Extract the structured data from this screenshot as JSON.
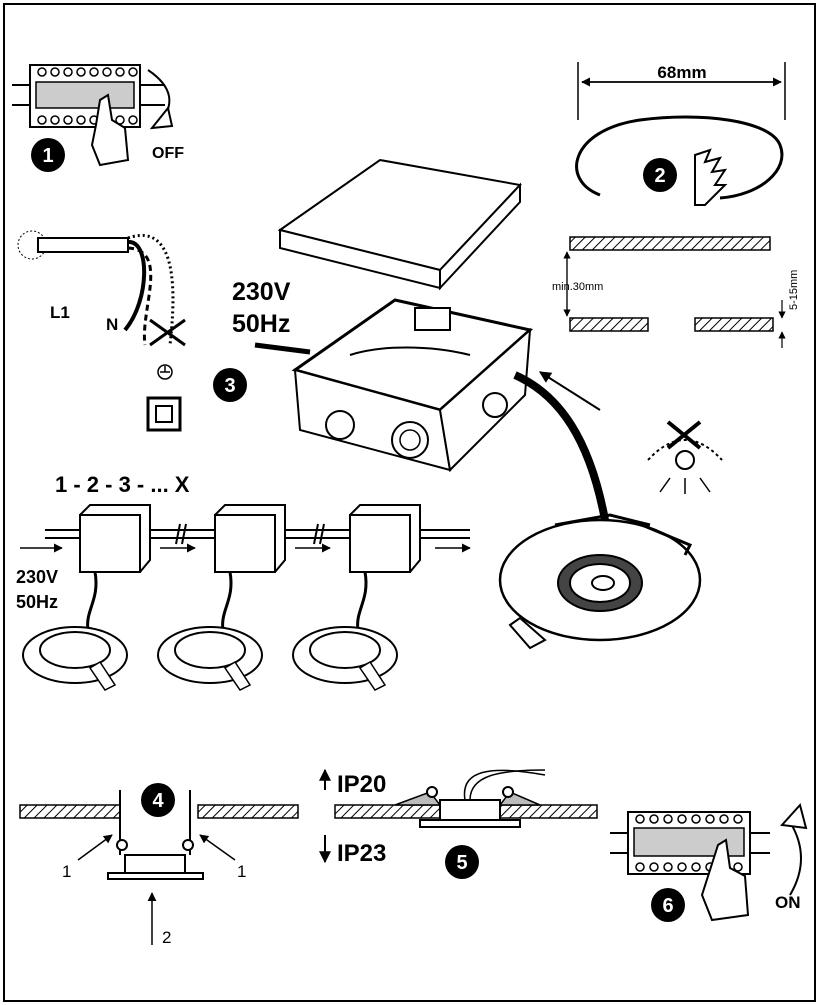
{
  "step1": {
    "number": "1",
    "label": "OFF"
  },
  "step2": {
    "number": "2",
    "diameter": "68mm",
    "min_depth": "min.30mm",
    "ceiling_thickness": "5-15mm"
  },
  "step3": {
    "number": "3",
    "voltage": "230V",
    "frequency": "50Hz",
    "wire_l1": "L1",
    "wire_n": "N"
  },
  "chain": {
    "label": "1 - 2 - 3 - ... X",
    "voltage": "230V",
    "frequency": "50Hz"
  },
  "step4": {
    "number": "4",
    "arrow_label_left": "1",
    "arrow_label_right": "1",
    "arrow_label_bottom": "2"
  },
  "step5": {
    "number": "5",
    "rating_top": "IP20",
    "rating_bottom": "IP23"
  },
  "step6": {
    "number": "6",
    "label": "ON"
  }
}
